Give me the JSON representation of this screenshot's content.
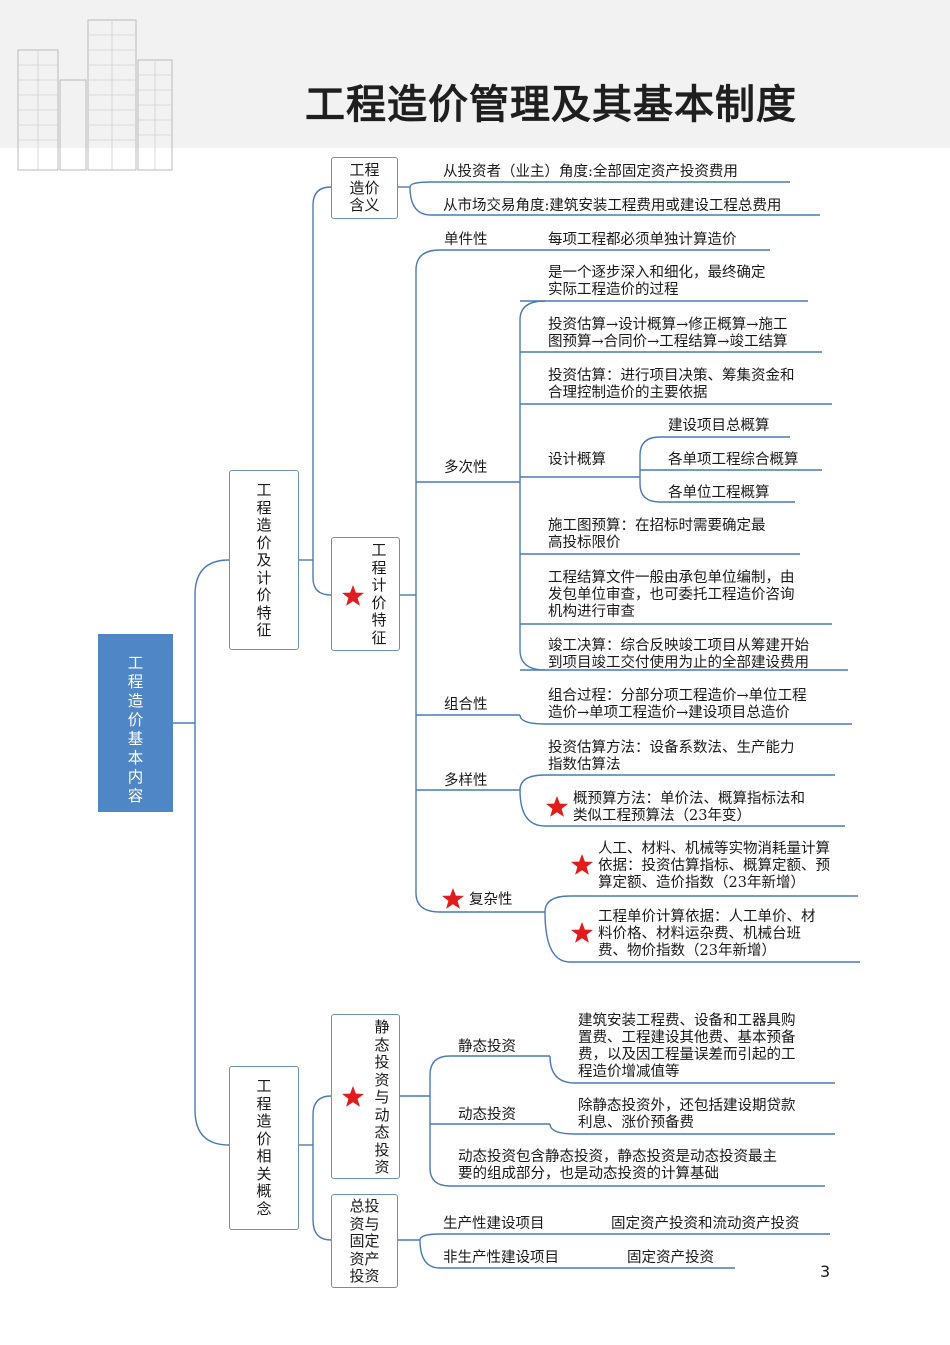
{
  "title": "工程造价管理及其基本制度",
  "page_number": "3",
  "colors": {
    "root_fill": "#4f86c6",
    "line": "#4a7ab5",
    "box_border": "#6b8fb8",
    "star": "#e01c1c",
    "header_bg": "#f2f2f2"
  },
  "root": [
    "工",
    "程",
    "造",
    "价",
    "基",
    "本",
    "内",
    "容"
  ],
  "branch1": [
    "工",
    "程",
    "造",
    "价",
    "及",
    "计",
    "价",
    "特",
    "征"
  ],
  "branch2": [
    "工",
    "程",
    "造",
    "价",
    "相",
    "关",
    "概",
    "念"
  ],
  "n_meaning": [
    "工程",
    "造价",
    "含义"
  ],
  "meaning": [
    "从投资者（业主）角度:全部固定资产投资费用",
    "从市场交易角度:建筑安装工程费用或建设工程总费用"
  ],
  "n_pricing": [
    "工",
    "程",
    "计",
    "价",
    "特",
    "征"
  ],
  "single": {
    "label": "单件性",
    "text": "每项工程都必须单独计算造价"
  },
  "multi": {
    "label": "多次性",
    "items": [
      [
        "是一个逐步深入和细化，最终确定",
        "实际工程造价的过程"
      ],
      [
        "投资估算→设计概算→修正概算→施工",
        "图预算→合同价→工程结算→竣工结算"
      ],
      [
        "投资估算：进行项目决策、筹集资金和",
        "合理控制造价的主要依据"
      ],
      [
        "施工图预算：在招标时需要确定最",
        "高投标限价"
      ],
      [
        "工程结算文件一般由承包单位编制，由",
        "发包单位审查，也可委托工程造价咨询",
        "机构进行审查"
      ],
      [
        "竣工决算：综合反映竣工项目从筹建开始",
        "到项目竣工交付使用为止的全部建设费用"
      ]
    ],
    "design_label": "设计概算",
    "design_items": [
      "建设项目总概算",
      "各单项工程综合概算",
      "各单位工程概算"
    ]
  },
  "combo": {
    "label": "组合性",
    "lines": [
      "组合过程：分部分项工程造价→单位工程",
      "造价→单项工程造价→建设项目总造价"
    ]
  },
  "diverse": {
    "label": "多样性",
    "a": [
      "投资估算方法：设备系数法、生产能力",
      "指数估算法"
    ],
    "b": [
      "概预算方法：单价法、概算指标法和",
      "类似工程预算法（23年变）"
    ]
  },
  "complex": {
    "label": "复杂性",
    "a": [
      "人工、材料、机械等实物消耗量计算",
      "依据：投资估算指标、概算定额、预",
      "算定额、造价指数（23年新增）"
    ],
    "b": [
      "工程单价计算依据：人工单价、材",
      "料价格、材料运杂费、机械台班",
      "费、物价指数（23年新增）"
    ]
  },
  "n_static_dynamic": [
    "静",
    "态",
    "投",
    "资",
    "与",
    "动",
    "态",
    "投",
    "资"
  ],
  "static": {
    "label": "静态投资",
    "lines": [
      "建筑安装工程费、设备和工器具购",
      "置费、工程建设其他费、基本预备",
      "费，以及因工程量误差而引起的工",
      "程造价增减值等"
    ]
  },
  "dynamic": {
    "label": "动态投资",
    "lines": [
      "除静态投资外，还包括建设期贷款",
      "利息、涨价预备费"
    ]
  },
  "relation": [
    "动态投资包含静态投资，静态投资是动态投资最主",
    "要的组成部分，也是动态投资的计算基础"
  ],
  "n_total": [
    "总投",
    "资与",
    "固定",
    "资产",
    "投资"
  ],
  "productive": {
    "label": "生产性建设项目",
    "text": "固定资产投资和流动资产投资"
  },
  "nonproductive": {
    "label": "非生产性建设项目",
    "text": "固定资产投资"
  }
}
